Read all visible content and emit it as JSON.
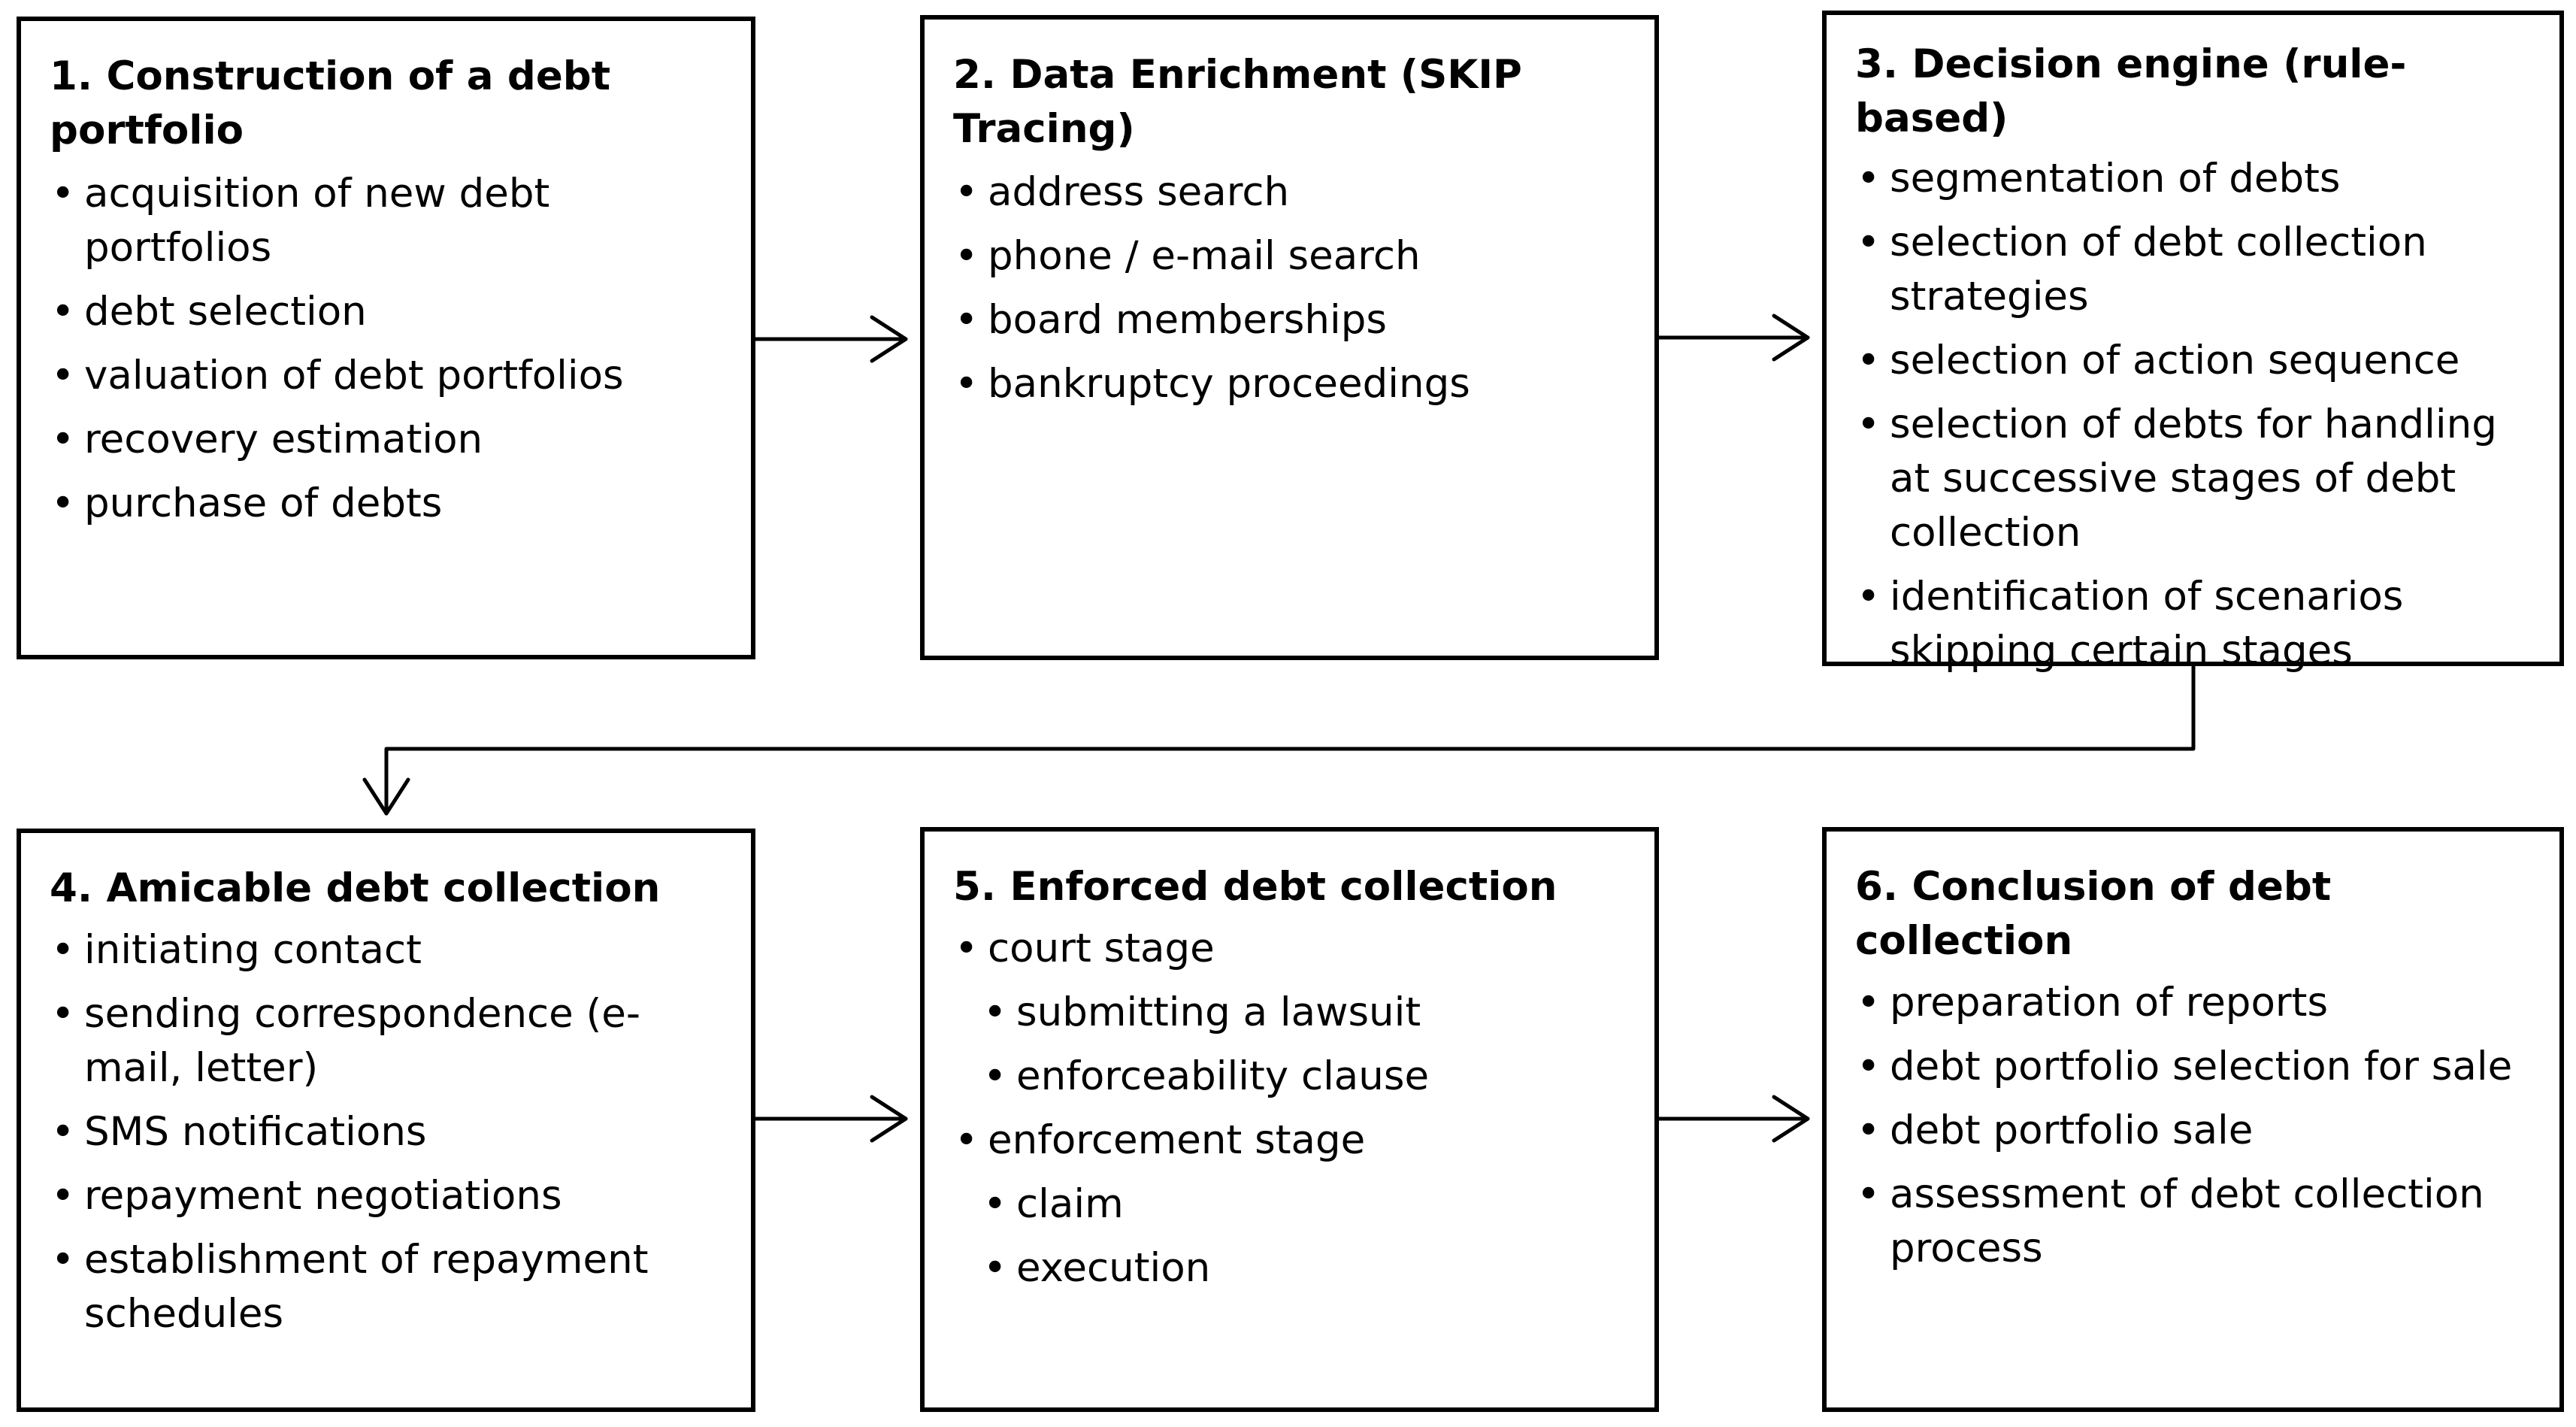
{
  "diagram": {
    "boxes": [
      {
        "id": "box-1",
        "title": "1. Construction of a debt portfolio",
        "items": [
          {
            "text": "acquisition of new debt portfolios",
            "level": 1
          },
          {
            "text": "debt selection",
            "level": 1
          },
          {
            "text": "valuation of debt portfolios",
            "level": 1
          },
          {
            "text": "recovery estimation",
            "level": 1
          },
          {
            "text": "purchase of debts",
            "level": 1
          }
        ]
      },
      {
        "id": "box-2",
        "title": "2. Data Enrichment (SKIP Tracing)",
        "items": [
          {
            "text": "address search",
            "level": 1
          },
          {
            "text": "phone / e-mail search",
            "level": 1
          },
          {
            "text": "board memberships",
            "level": 1
          },
          {
            "text": "bankruptcy proceedings",
            "level": 1
          }
        ]
      },
      {
        "id": "box-3",
        "title": "3. Decision engine (rule-based)",
        "items": [
          {
            "text": "segmentation of debts",
            "level": 1
          },
          {
            "text": "selection of debt collection strategies",
            "level": 1
          },
          {
            "text": "selection of action sequence",
            "level": 1
          },
          {
            "text": "selection of debts for handling at successive stages of debt collection",
            "level": 1
          },
          {
            "text": "identification of scenarios skipping certain stages",
            "level": 1
          }
        ]
      },
      {
        "id": "box-4",
        "title": "4. Amicable debt collection",
        "items": [
          {
            "text": "initiating contact",
            "level": 1
          },
          {
            "text": "sending correspondence (e-mail, letter)",
            "level": 1
          },
          {
            "text": "SMS notifications",
            "level": 1
          },
          {
            "text": "repayment negotiations",
            "level": 1
          },
          {
            "text": "establishment of repayment schedules",
            "level": 1
          }
        ]
      },
      {
        "id": "box-5",
        "title": "5. Enforced debt collection",
        "items": [
          {
            "text": "court stage",
            "level": 1
          },
          {
            "text": "submitting a lawsuit",
            "level": 2
          },
          {
            "text": "enforceability clause",
            "level": 2
          },
          {
            "text": "enforcement stage",
            "level": 1
          },
          {
            "text": "claim",
            "level": 2
          },
          {
            "text": "execution",
            "level": 2
          }
        ]
      },
      {
        "id": "box-6",
        "title": "6. Conclusion of debt collection",
        "items": [
          {
            "text": "preparation of reports",
            "level": 1
          },
          {
            "text": "debt portfolio selection for sale",
            "level": 1
          },
          {
            "text": "debt portfolio sale",
            "level": 1
          },
          {
            "text": "assessment of debt collection process",
            "level": 1
          }
        ]
      }
    ],
    "connections": [
      {
        "from": "box-1",
        "to": "box-2"
      },
      {
        "from": "box-2",
        "to": "box-3"
      },
      {
        "from": "box-3",
        "to": "box-4"
      },
      {
        "from": "box-4",
        "to": "box-5"
      },
      {
        "from": "box-5",
        "to": "box-6"
      }
    ],
    "bullet_glyph": "•",
    "colors": {
      "stroke": "#000000",
      "background": "#ffffff",
      "text": "#000000"
    }
  }
}
